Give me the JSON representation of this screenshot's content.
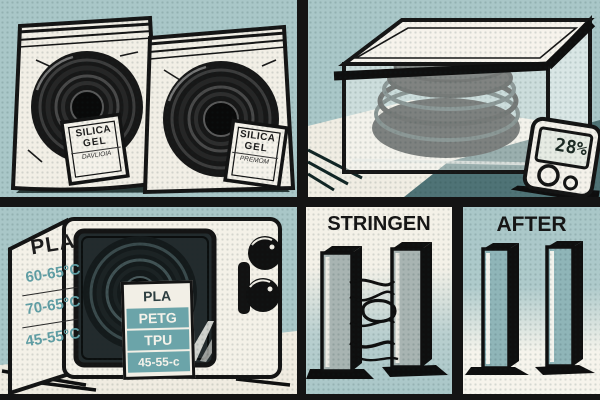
{
  "colors": {
    "teal_background": "#a9c7c8",
    "cream": "#f2efe6",
    "ink": "#141414",
    "teal_label_text": "#5f9da3",
    "card_teal": "#6ba4a9",
    "pillar_gray": "#a8b4b2",
    "pillar_teal": "#8fb5b8"
  },
  "panels": {
    "sealed_bags": {
      "bag1": {
        "line1": "SILICA",
        "line2": "GEL",
        "line3": "DAVLIOIA"
      },
      "bag2": {
        "line1": "SILICA",
        "line2": "GEL",
        "line3": "PREMOM"
      }
    },
    "dry_box": {
      "hygrometer_reading": "28%"
    },
    "dryer": {
      "material": "PLA",
      "temps": [
        "60-65°C",
        "70-65°C",
        "45-55°C"
      ],
      "card_rows": [
        "PLA",
        "PETG",
        "TPU",
        "45-55-c"
      ]
    },
    "stringing": {
      "title": "STRINGEN"
    },
    "after": {
      "title": "AFTER"
    }
  }
}
